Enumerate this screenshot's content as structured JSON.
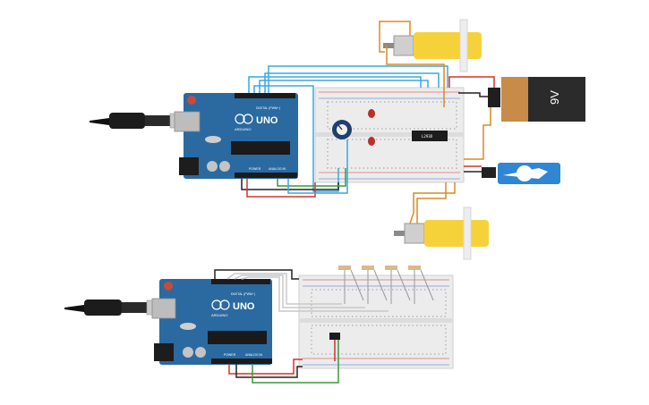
{
  "labels": {
    "board_brand": "UNO",
    "board_sub": "ARDUINO",
    "digital_header": "DIGITAL (PWM~)",
    "power_header": "POWER",
    "analog_header": "ANALOG IN",
    "battery_voltage": "9V",
    "chip_marking": "L293D"
  },
  "colors": {
    "board": "#2a6aa0",
    "board_dark": "#1d4f7c",
    "breadboard": "#ececec",
    "motor_yellow": "#f6d23a",
    "battery_black": "#2b2b2b",
    "battery_copper": "#c98b48",
    "servo_blue": "#2f86d4",
    "wire_orange": "#d98a24",
    "wire_blue": "#3aa7e0",
    "wire_red": "#d8302a",
    "wire_black": "#222222",
    "wire_green": "#3a9a3a"
  },
  "icons": [
    "usb-cable-icon",
    "potentiometer-icon",
    "led-icon",
    "resistor-icon",
    "servo-icon",
    "dc-motor-icon",
    "battery-icon"
  ]
}
